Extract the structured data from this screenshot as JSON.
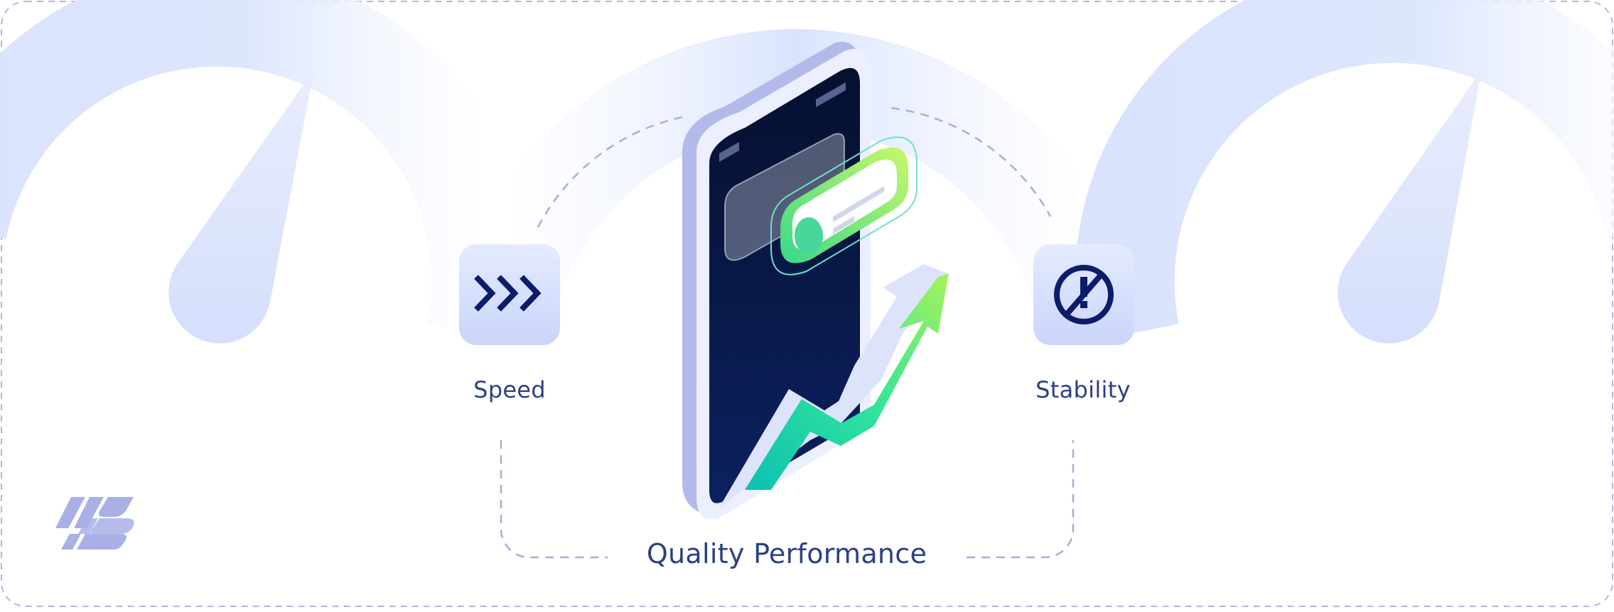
{
  "features": [
    {
      "id": "speed",
      "label": "Speed",
      "icon": "fast-forward-chevrons-icon"
    },
    {
      "id": "stability",
      "label": "Stability",
      "icon": "no-error-icon"
    }
  ],
  "center": {
    "label": "Quality Performance",
    "illustration": "smartphone-growth-arrow-illustration"
  },
  "logo": {
    "icon": "brand-logo-icon"
  },
  "colors": {
    "text": "#2c3f86",
    "accent_dark": "#0b1c6b",
    "gauge": "#dbe4fd",
    "tile": "#d2dcfb",
    "arrow_green": "#9af05a",
    "arrow_teal": "#14c8b4",
    "phone_screen": "#0b1f55",
    "dash": "#a9acd6"
  }
}
